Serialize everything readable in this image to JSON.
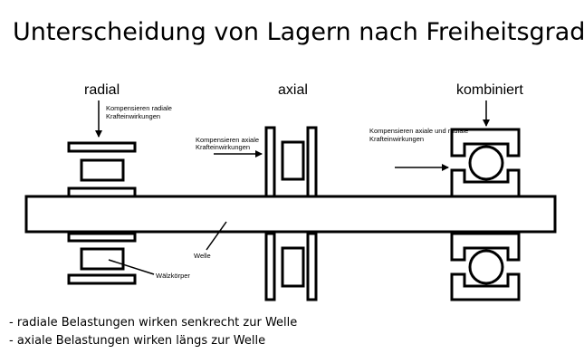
{
  "title": "Unterscheidung von Lagern nach Freiheitsgrad",
  "bearings": {
    "radial": {
      "label": "radial",
      "description_line1": "Kompensieren radiale",
      "description_line2": "Krafteinwirkungen"
    },
    "axial": {
      "label": "axial",
      "description_line1": "Kompensieren axiale",
      "description_line2": "Krafteinwirkungen"
    },
    "combined": {
      "label": "kombiniert",
      "description_line1": "Kompensieren axiale und radiale",
      "description_line2": "Krafteinwirkungen"
    }
  },
  "annotations": {
    "shaft": "Welle",
    "rolling_element": "Wälzkörper"
  },
  "notes": {
    "line1": "- radiale Belastungen wirken senkrecht zur Welle",
    "line2": "- axiale Belastungen wirken längs zur Welle"
  },
  "colors": {
    "stroke": "#000000",
    "background": "#ffffff"
  }
}
